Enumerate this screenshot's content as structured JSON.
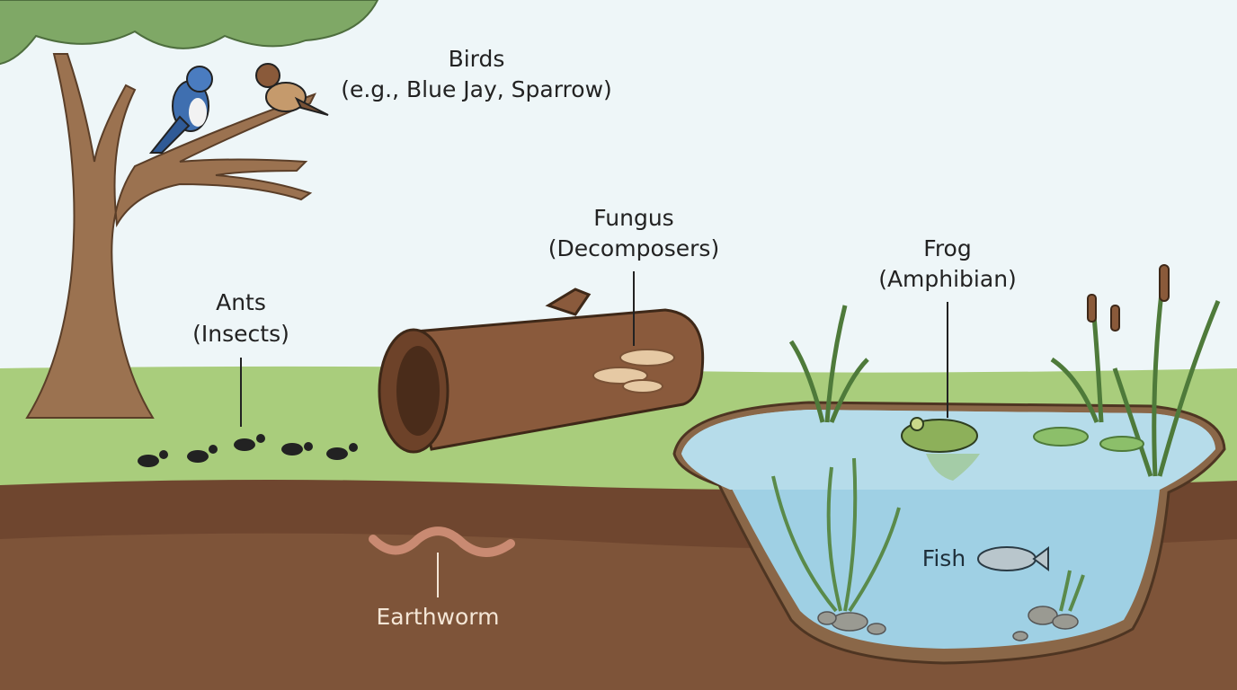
{
  "labels": {
    "birds": {
      "line1": "Birds",
      "line2": "(e.g., Blue Jay, Sparrow)"
    },
    "fungus": {
      "line1": "Fungus",
      "line2": "(Decomposers)"
    },
    "frog": {
      "line1": "Frog",
      "line2": "(Amphibian)"
    },
    "ants": {
      "line1": "Ants",
      "line2": "(Insects)"
    },
    "fish": {
      "line1": "Fish"
    },
    "earthworm": {
      "line1": "Earthworm"
    }
  },
  "colors": {
    "sky": "#eef6f8",
    "grass": "#a9cd7c",
    "soil": "#7b5138",
    "soil_dark": "#6a432d",
    "water": "#9fd0e4",
    "trunk": "#9b7250"
  }
}
